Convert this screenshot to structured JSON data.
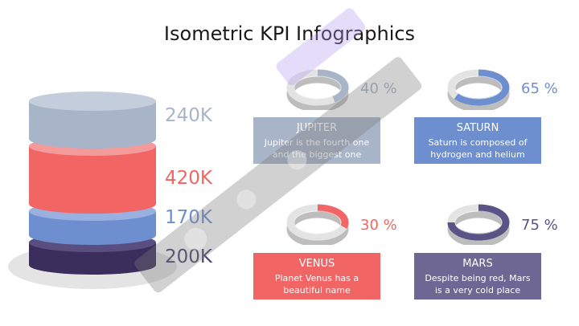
{
  "slide": {
    "title": "Isometric KPI Infographics"
  },
  "stack": {
    "layers": [
      {
        "value": "240K",
        "color": "#a8b4c8"
      },
      {
        "value": "420K",
        "color": "#f26565"
      },
      {
        "value": "170K",
        "color": "#6e8fcf"
      },
      {
        "value": "200K",
        "color": "#3b2d5c"
      }
    ]
  },
  "kpis": [
    {
      "percent_label": "40 %",
      "percent": 40,
      "name": "JUPITER",
      "desc_line1": "Jupiter is the fourth one",
      "desc_line2": "and the biggest one",
      "color": "#a8b4c8"
    },
    {
      "percent_label": "65 %",
      "percent": 65,
      "name": "SATURN",
      "desc_line1": "Saturn is composed of",
      "desc_line2": "hydrogen and helium",
      "color": "#6e8fcf"
    },
    {
      "percent_label": "30 %",
      "percent": 30,
      "name": "VENUS",
      "desc_line1": "Planet Venus has a",
      "desc_line2": "beautiful name",
      "color": "#f26565"
    },
    {
      "percent_label": "75 %",
      "percent": 75,
      "name": "MARS",
      "desc_line1": "Despite being red, Mars",
      "desc_line2": "is a very cold place",
      "color": "#5a5385"
    }
  ]
}
